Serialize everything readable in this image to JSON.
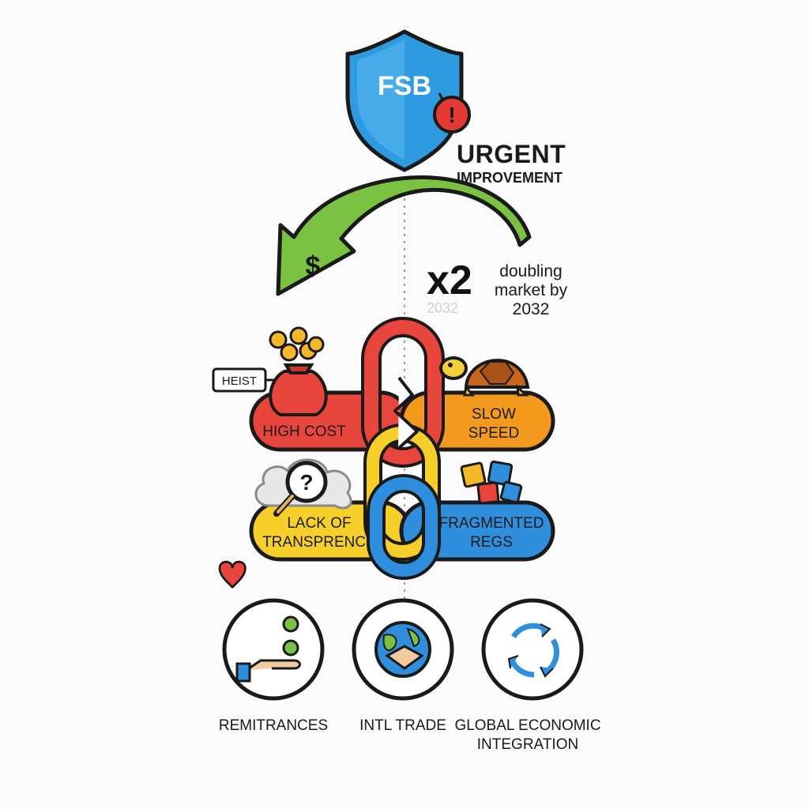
{
  "shield": {
    "label": "FSB",
    "alert_glyph": "!"
  },
  "urgent": {
    "title": "URGENT",
    "subtitle": "IMPROVEMENT"
  },
  "arrow": {
    "symbol": "$"
  },
  "growth": {
    "multiplier": "x2",
    "line1": "doubling",
    "line2": "market by",
    "line3": "2032",
    "faded_year": "2032"
  },
  "problems": {
    "heist_tag": "HEIST",
    "high_cost": "HIGH COST",
    "slow": {
      "line1": "SLOW",
      "line2": "SPEED"
    },
    "lack": {
      "line1": "LACK OF",
      "line2": "TRANSPRENCY"
    },
    "fragmented": {
      "line1": "FRAGMENTED",
      "line2": "REGS"
    },
    "question_glyph": "?"
  },
  "impacts": [
    {
      "label_line1": "REMITRANCES",
      "label_line2": ""
    },
    {
      "label_line1": "INTL TRADE",
      "label_line2": ""
    },
    {
      "label_line1": "GLOBAL ECONOMIC",
      "label_line2": "INTEGRATION"
    }
  ],
  "colors": {
    "shield_blue": "#2e9be0",
    "alert_red": "#e53935",
    "arrow_green": "#7cc242",
    "red_pill": "#e8453c",
    "orange_pill": "#f39a1e",
    "yellow_pill": "#f7cf2a",
    "blue_pill": "#2f8fdc",
    "outline": "#1a1a1a"
  }
}
